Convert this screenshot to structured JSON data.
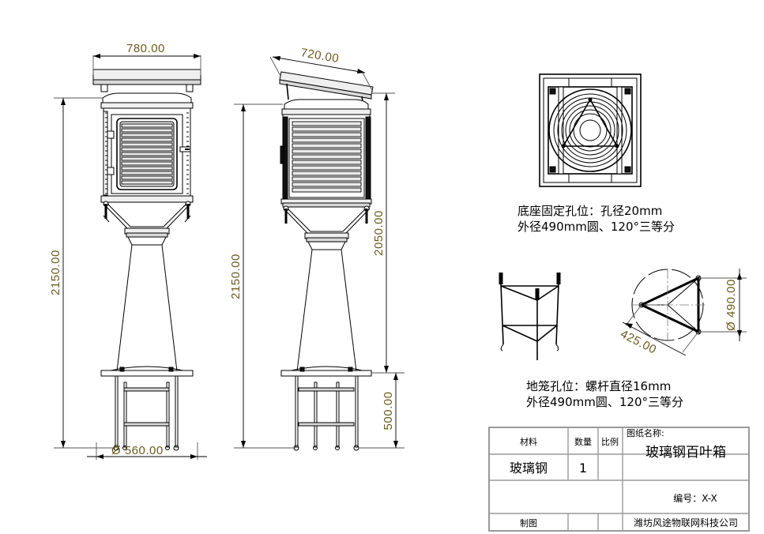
{
  "drawing": {
    "type": "engineering-drawing",
    "subject": "玻璃钢百叶箱",
    "views": {
      "front_elevation": {
        "name": "front-elevation-view"
      },
      "side_elevation": {
        "name": "side-elevation-view"
      },
      "top_plan": {
        "name": "top-plan-detail-view"
      },
      "cage_iso": {
        "name": "ground-cage-isometric-view"
      },
      "bolt_circle": {
        "name": "bolt-circle-detail-view"
      }
    }
  },
  "dimensions": {
    "front_width": "780.00",
    "front_height": "2150.00",
    "front_base_diameter": "Ø 560.00",
    "side_roof_width": "720.00",
    "side_height": "2150.00",
    "side_body_height": "2050.00",
    "side_base_height": "500.00",
    "bolt_circle_diameter": "Ø 490.00",
    "bolt_chord": "425.00"
  },
  "notes": {
    "base_hole": {
      "line1": "底座固定孔位：孔径20mm",
      "line2": "外径490mm圆、120°三等分"
    },
    "cage_hole": {
      "line1": "地笼孔位：螺杆直径16mm",
      "line2": "外径490mm圆、120°三等分"
    }
  },
  "title_block": {
    "headers": {
      "material": "材料",
      "quantity": "数量",
      "scale": "比例",
      "drawing_name_label": "图纸名称:"
    },
    "values": {
      "material": "玻璃钢",
      "quantity": "1",
      "scale": "",
      "drawing_name": "玻璃钢百叶箱",
      "number": "编号：X-X",
      "drafter_label": "制图",
      "drafter_value": "",
      "company": "潍坊风途物联网科技公司"
    }
  },
  "colors": {
    "dimension_text": "#6b5a1e",
    "line": "#000000",
    "table_border": "#9a9a9a",
    "background": "#ffffff"
  }
}
